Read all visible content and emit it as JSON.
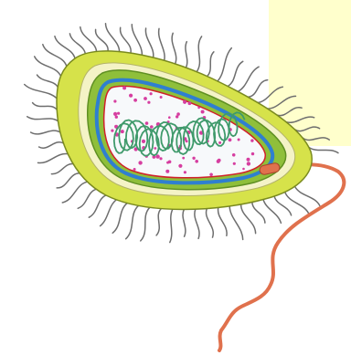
{
  "diagram": {
    "subject": "bacterium",
    "parts": [
      {
        "name": "pili",
        "color": "#6e6e6e"
      },
      {
        "name": "capsule",
        "color": "#d6e24a"
      },
      {
        "name": "cell-wall",
        "color": "#f4f3c6"
      },
      {
        "name": "outer-membrane",
        "color": "#8fbf3a"
      },
      {
        "name": "plasma-membrane",
        "color": "#2f7fd0"
      },
      {
        "name": "cytoplasm",
        "color": "#f7f9fb"
      },
      {
        "name": "nucleoid-dna",
        "color": "#3f9a6b"
      },
      {
        "name": "ribosomes",
        "color": "#d63ea0"
      },
      {
        "name": "basal-body",
        "color": "#e0714d"
      },
      {
        "name": "flagellum",
        "color": "#e0714d"
      }
    ]
  },
  "note_box": {
    "background": "#ffffcc"
  }
}
